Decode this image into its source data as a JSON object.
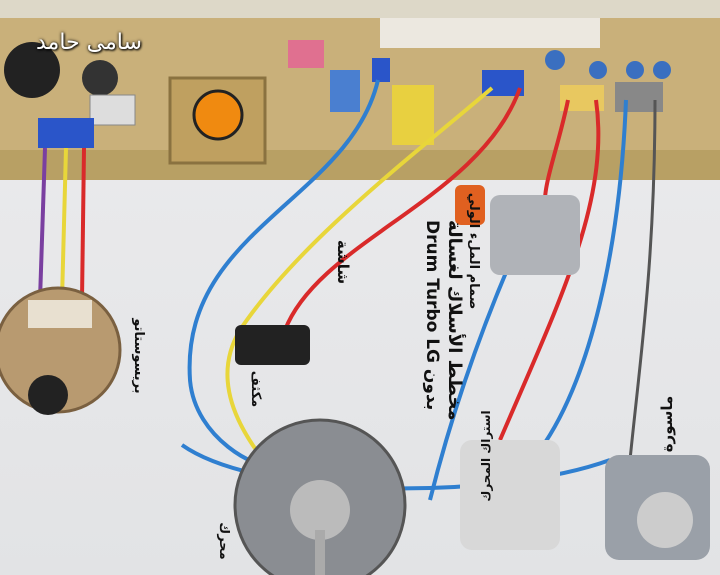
{
  "watermark": "سامى حامد",
  "title_line1": "مخطط الأسلاك لغسالة",
  "title_line2": "Drum Turbo LG بدون",
  "title_line3": "شاشة",
  "labels": {
    "pressure_switch": "بريسوستاتو",
    "capacitor": "مكثف",
    "motor": "محرك",
    "water_valve": "صمام الملء الولي",
    "brake_lock": "استراك المحرك",
    "drain_pump": "ماسورة"
  },
  "colors": {
    "board": "#c9b07a",
    "wire_blue": "#2f7fd0",
    "wire_red": "#d92a2a",
    "wire_yellow": "#e8d63a",
    "wire_purple": "#7a3fa0",
    "wire_gray": "#555555",
    "connector_blue": "#2a55c9",
    "connector_pink": "#e07090"
  }
}
